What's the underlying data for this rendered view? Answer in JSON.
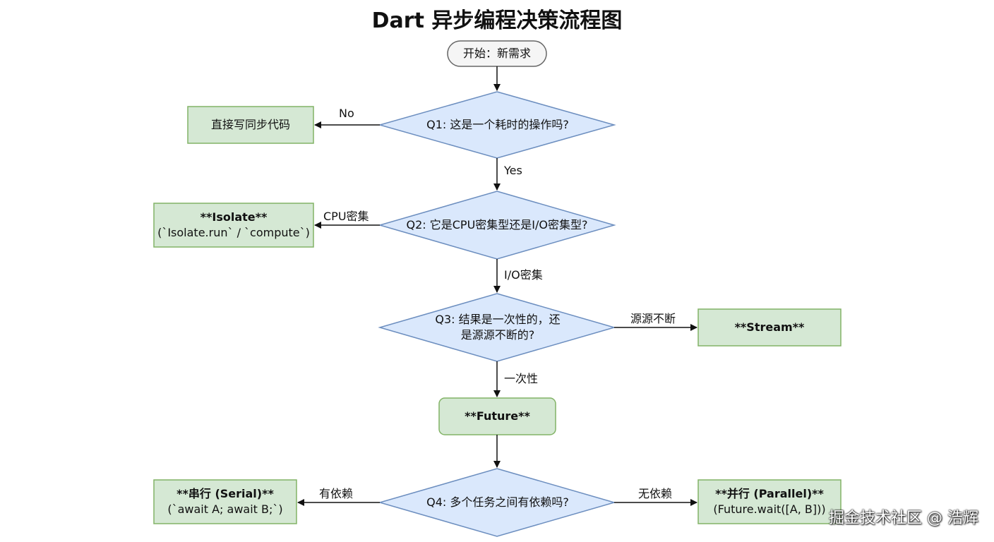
{
  "title": "Dart 异步编程决策流程图",
  "colors": {
    "terminator_fill": "#f5f5f5",
    "terminator_stroke": "#666666",
    "decision_fill": "#dae8fc",
    "decision_stroke": "#6c8ebf",
    "process_fill": "#d5e8d4",
    "process_stroke": "#82b366",
    "edge": "#111111"
  },
  "nodes": {
    "start": {
      "text": "开始：新需求"
    },
    "q1": {
      "text": "Q1: 这是一个耗时的操作吗?"
    },
    "sync": {
      "text": "直接写同步代码"
    },
    "q2": {
      "text": "Q2: 它是CPU密集型还是I/O密集型?"
    },
    "isolate": {
      "line1": "**Isolate**",
      "line2": "(`Isolate.run` / `compute`)"
    },
    "q3": {
      "line1": "Q3: 结果是一次性的，还",
      "line2": "是源源不断的?"
    },
    "stream": {
      "text": "**Stream**"
    },
    "future": {
      "text": "**Future**"
    },
    "q4": {
      "text": "Q4:  多个任务之间有依赖吗?"
    },
    "serial": {
      "line1": "**串行 (Serial)**",
      "line2": "(`await A; await B;`)"
    },
    "parallel": {
      "line1": "**并行 (Parallel)**",
      "line2": "(Future.wait([A, B]))"
    }
  },
  "edges": {
    "q1_no": "No",
    "q1_yes": "Yes",
    "q2_cpu": "CPU密集",
    "q2_io": "I/O密集",
    "q3_stream": "源源不断",
    "q3_once": "一次性",
    "q4_dep": "有依赖",
    "q4_nodep": "无依赖"
  },
  "watermark": "掘金技术社区 @ 浩辉"
}
